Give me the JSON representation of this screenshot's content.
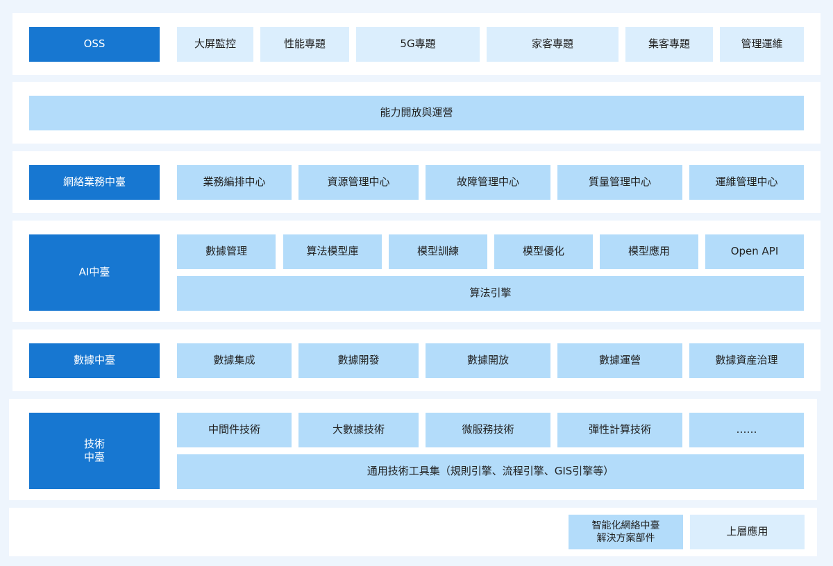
{
  "oss": {
    "label": "OSS",
    "items": [
      "大屏監控",
      "性能專題",
      "5G專題",
      "家客專題",
      "集客專題",
      "管理運維"
    ]
  },
  "capability": {
    "label": "能力開放與運營"
  },
  "network": {
    "label": "網絡業務中臺",
    "items": [
      "業務編排中心",
      "資源管理中心",
      "故障管理中心",
      "質量管理中心",
      "運維管理中心"
    ]
  },
  "ai": {
    "label": "AI中臺",
    "items": [
      "數據管理",
      "算法模型庫",
      "模型訓練",
      "模型優化",
      "模型應用",
      "Open API"
    ],
    "engine": "算法引擎"
  },
  "data": {
    "label": "數據中臺",
    "items": [
      "數據集成",
      "數據開發",
      "數據開放",
      "數據運營",
      "數據資産治理"
    ]
  },
  "tech": {
    "label": "技術\n中臺",
    "items": [
      "中間件技術",
      "大數據技術",
      "微服務技術",
      "彈性計算技術",
      "……"
    ],
    "toolset": "通用技術工具集（規則引擎、流程引擎、GIS引擎等）"
  },
  "legend": {
    "solution": "智能化網絡中臺\n解決方案部件",
    "upper": "上層應用"
  },
  "colors": {
    "dark": "#1777d1",
    "mid": "#b3dcfa",
    "light": "#dbeefd",
    "background": "#eef5fd"
  }
}
